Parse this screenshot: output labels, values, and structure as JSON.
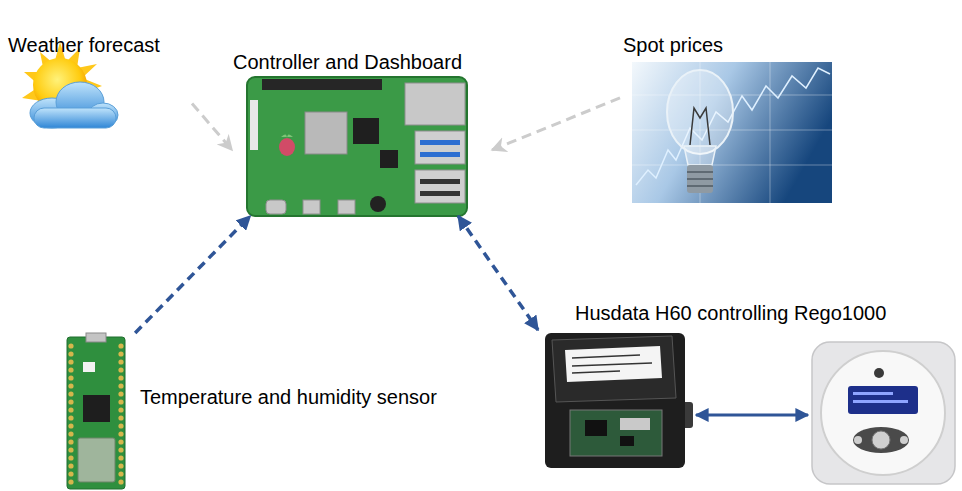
{
  "diagram": {
    "nodes": [
      {
        "text": [
          "Weather forecast"
        ]
      },
      {
        "text": [
          "Controller and Dashboard"
        ]
      },
      {
        "text": [
          "Spot prices"
        ]
      },
      {
        "text": [
          "Temperature and humidity sensor"
        ]
      },
      {
        "text": [
          "Husdata H60 controlling Rego1000"
        ]
      }
    ],
    "edges": [
      {
        "from": 0,
        "to": 1,
        "arrow": "to"
      },
      {
        "from": 2,
        "to": 1,
        "arrow": "to"
      },
      {
        "from": 3,
        "to": 1,
        "arrow": "to"
      },
      {
        "from": 1,
        "to": 4,
        "arrow": "both"
      }
    ]
  }
}
